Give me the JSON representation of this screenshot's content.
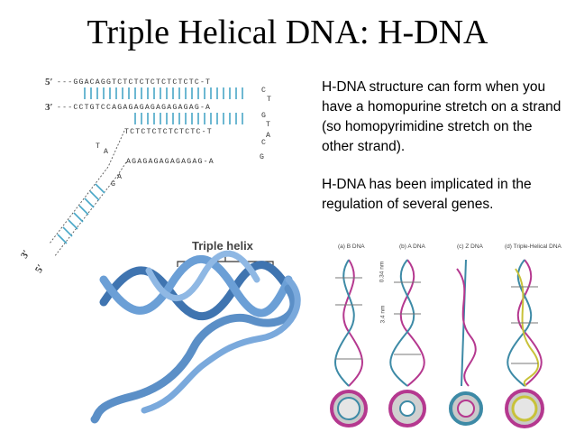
{
  "slide": {
    "title": "Triple Helical DNA: H-DNA",
    "paragraph1": "H-DNA structure can form when you have a homopurine stretch on a strand (so homopyrimidine stretch on the other strand).",
    "paragraph2": "H-DNA has been implicated in the regulation of several genes."
  },
  "hdna_diagram": {
    "strand1_label": "5′",
    "strand1_seq": "---GGACAGGTCTCTCTCTCTCTCTC-T",
    "strand2_label": "3′",
    "strand2_seq": "---CCTGTCCAGAGAGAGAGAGAGAG-A",
    "strand3_seq": "TCTCTCTCTCTCTC-T",
    "strand4_seq": "AGAGAGAGAGAGAG-A",
    "loop_letters_right": [
      "C",
      "T",
      "G",
      "T",
      "C",
      "A",
      "G"
    ],
    "tail_letters": [
      "A",
      "G",
      "A",
      "T"
    ],
    "lower_label_3": "3′",
    "lower_label_5": "5′"
  },
  "triple_helix": {
    "label": "Triple helix",
    "color": "#5b8fc7"
  },
  "dna_forms": {
    "labels": [
      "(a) B DNA",
      "(b) A DNA",
      "(c) Z DNA",
      "(d) Triple-Helical DNA"
    ],
    "scale_top": "0.34 nm",
    "scale_side": "3.4 nm"
  }
}
